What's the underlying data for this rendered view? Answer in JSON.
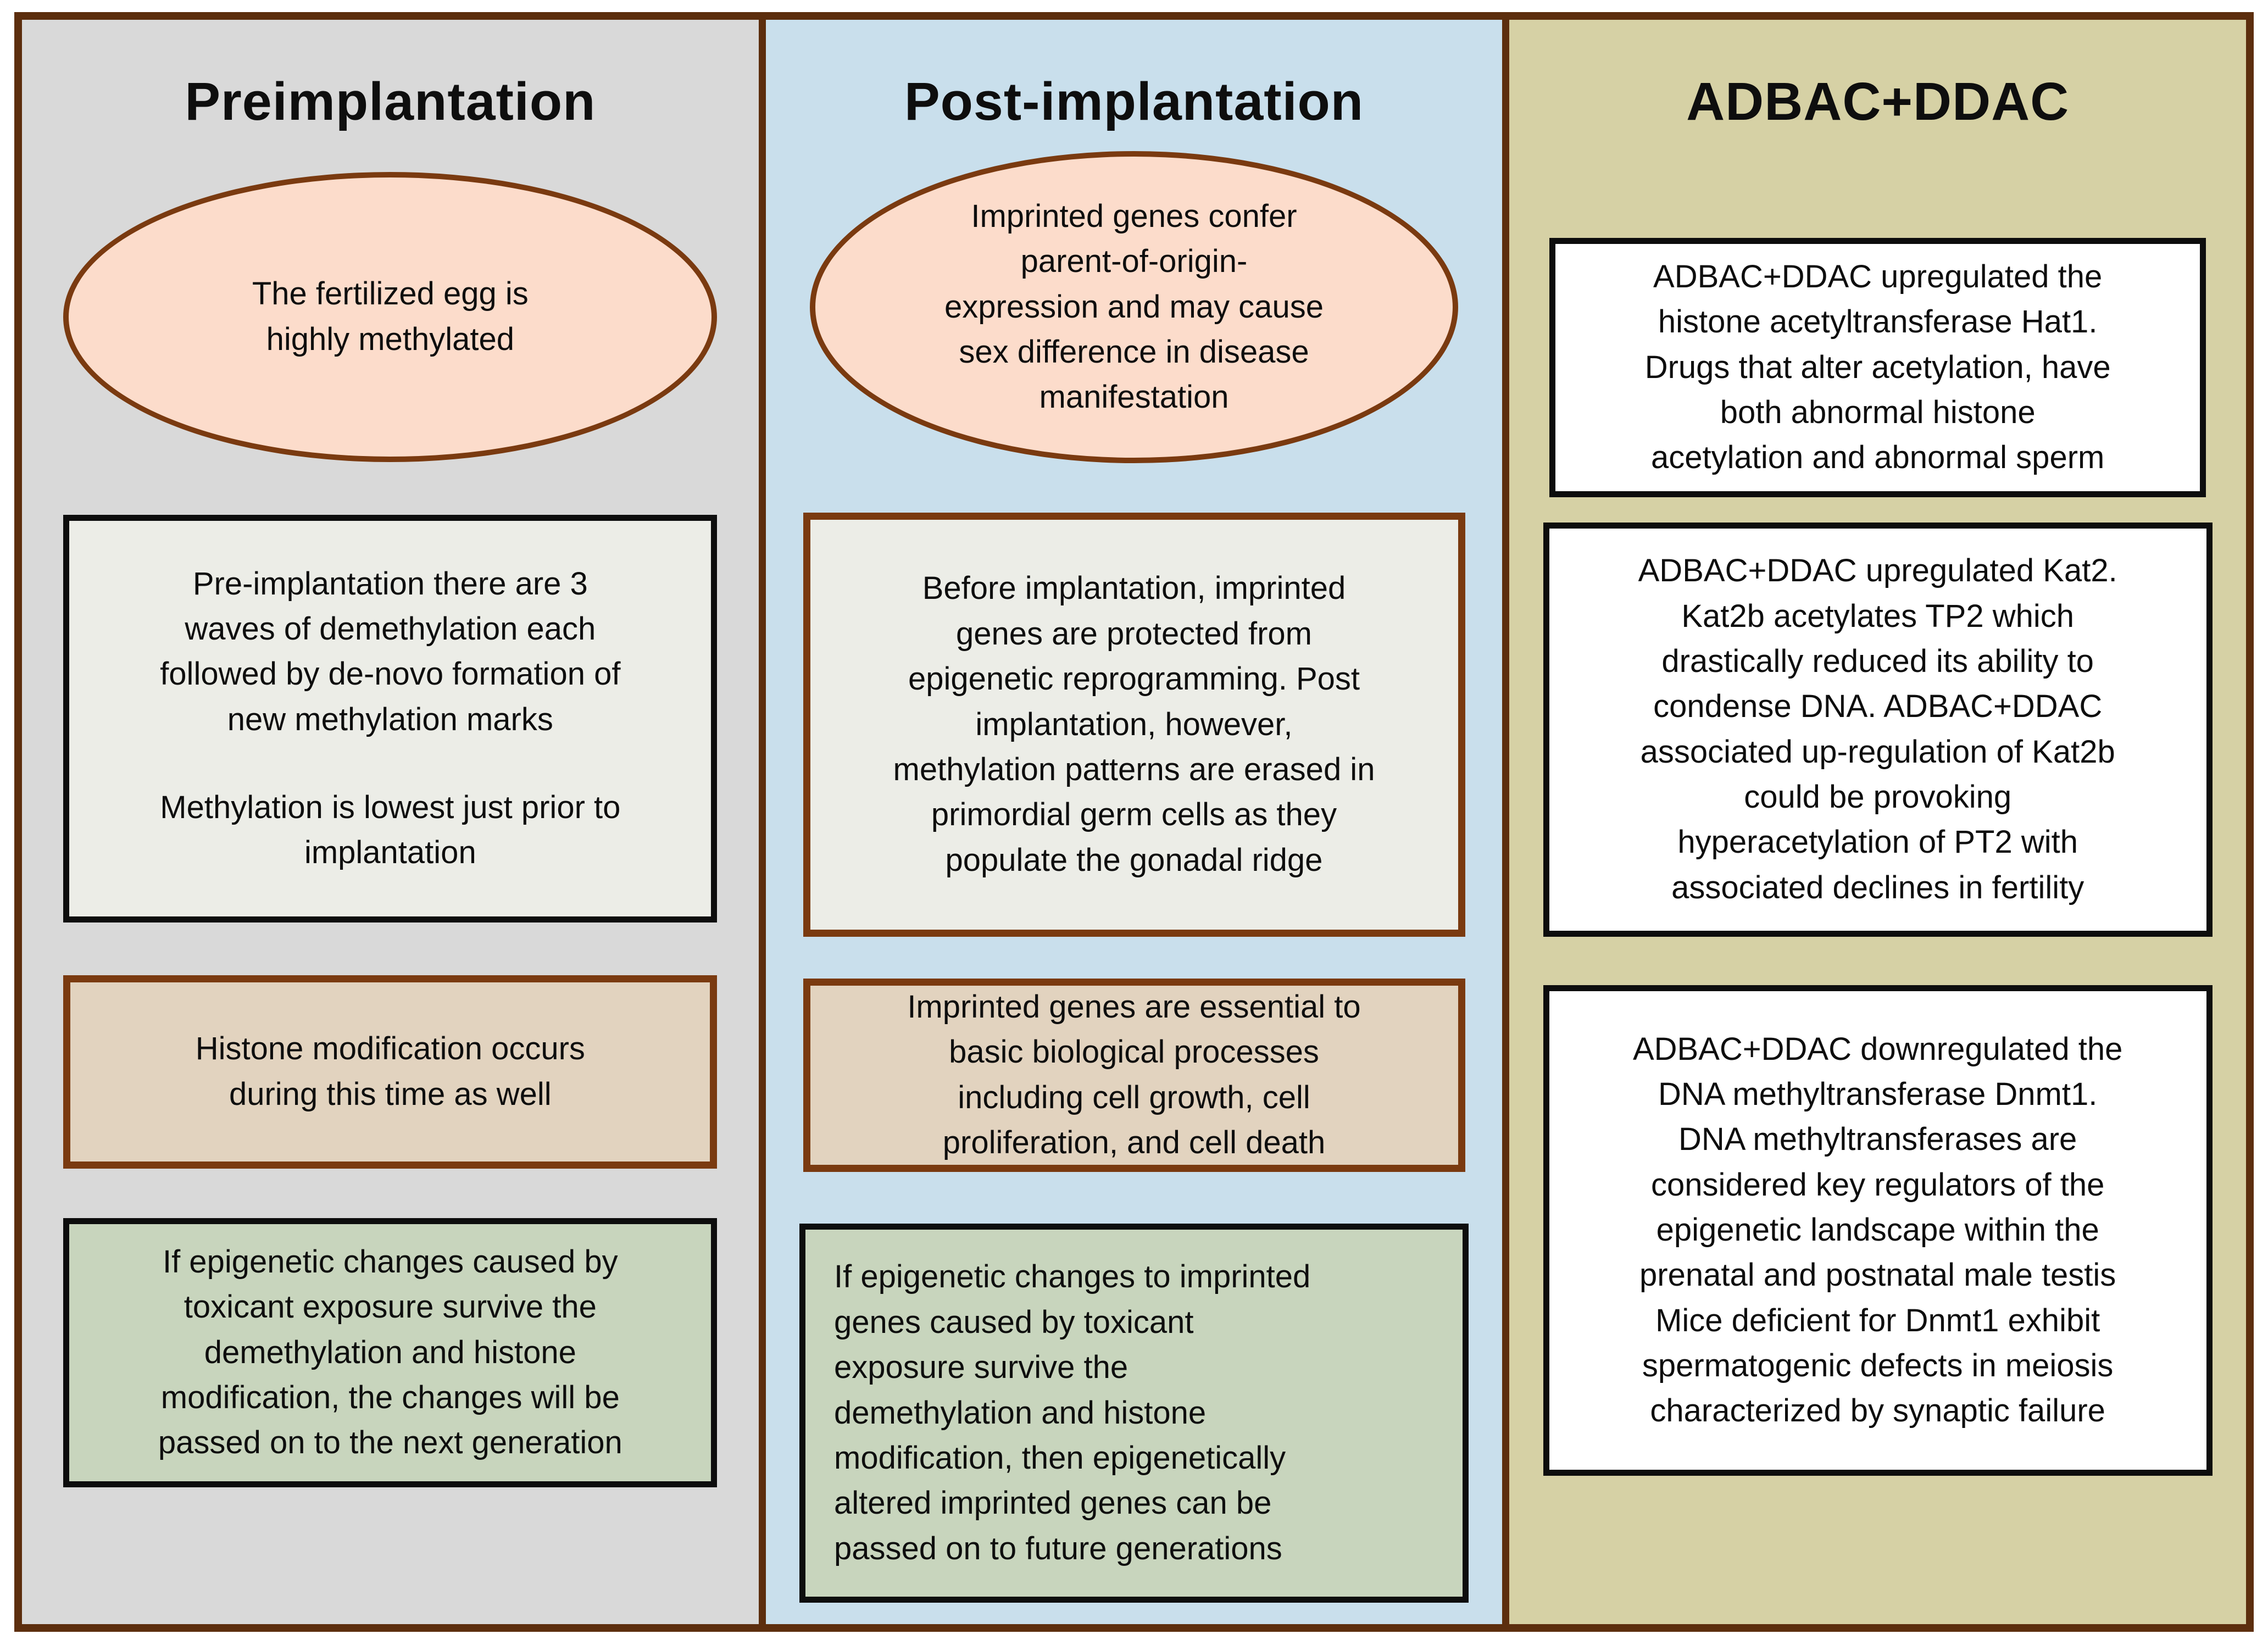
{
  "diagram": {
    "palette": {
      "frame_border": "#5c2e0e",
      "brown_box_border": "#7a3a10",
      "black_box_border": "#0d0d0d",
      "column_preimplantation_bg": "#d9d9d9",
      "column_postimplantation_bg": "#c9dfec",
      "column_adbac_bg": "#d6d1a5",
      "ellipse_fill": "#fcdccb",
      "light_box_fill": "#ecede7",
      "tan_box_fill": "#e2d3bf",
      "green_box_fill": "#c8d5bd",
      "white_box_fill": "#ffffff"
    },
    "columns": [
      {
        "title": "Preimplantation",
        "ellipse_text": "The fertilized egg is\nhighly methylated",
        "boxes": [
          {
            "paragraphs": [
              "Pre-implantation there are 3\nwaves of demethylation each\nfollowed by de-novo formation of\nnew methylation marks",
              "Methylation is lowest just prior to\nimplantation"
            ]
          },
          {
            "paragraphs": [
              "Histone modification occurs\nduring this time as well"
            ]
          },
          {
            "paragraphs": [
              "If epigenetic changes caused by\ntoxicant exposure survive the\ndemethylation and histone\nmodification, the changes will be\npassed on to the next generation"
            ]
          }
        ]
      },
      {
        "title": "Post-implantation",
        "ellipse_text": "Imprinted genes confer\nparent-of-origin-\nexpression and may cause\nsex difference in disease\nmanifestation",
        "boxes": [
          {
            "paragraphs": [
              "Before implantation, imprinted\ngenes are protected from\nepigenetic reprogramming. Post\nimplantation, however,\nmethylation patterns are erased in\nprimordial germ cells as they\npopulate the gonadal ridge"
            ]
          },
          {
            "paragraphs": [
              "Imprinted genes are essential to\nbasic biological processes\nincluding cell growth, cell\nproliferation, and cell death"
            ]
          },
          {
            "paragraphs": [
              "If epigenetic changes to imprinted\ngenes caused by toxicant\nexposure survive the\ndemethylation and histone\nmodification, then epigenetically\naltered imprinted genes can be\npassed on to future generations"
            ]
          }
        ]
      },
      {
        "title": "ADBAC+DDAC",
        "boxes": [
          {
            "paragraphs": [
              "ADBAC+DDAC upregulated the\nhistone acetyltransferase Hat1.\nDrugs that alter acetylation, have\nboth abnormal histone\nacetylation and abnormal sperm"
            ]
          },
          {
            "paragraphs": [
              "ADBAC+DDAC upregulated Kat2.\nKat2b acetylates TP2 which\ndrastically reduced its ability to\ncondense DNA. ADBAC+DDAC\nassociated up-regulation of Kat2b\ncould be provoking\nhyperacetylation of PT2 with\nassociated declines in fertility"
            ]
          },
          {
            "paragraphs": [
              "ADBAC+DDAC downregulated the\nDNA methyltransferase Dnmt1.\nDNA methyltransferases are\nconsidered key regulators of the\nepigenetic landscape within the\nprenatal and postnatal male testis\nMice deficient for Dnmt1 exhibit\nspermatogenic defects in meiosis\ncharacterized by synaptic failure"
            ]
          }
        ]
      }
    ]
  }
}
